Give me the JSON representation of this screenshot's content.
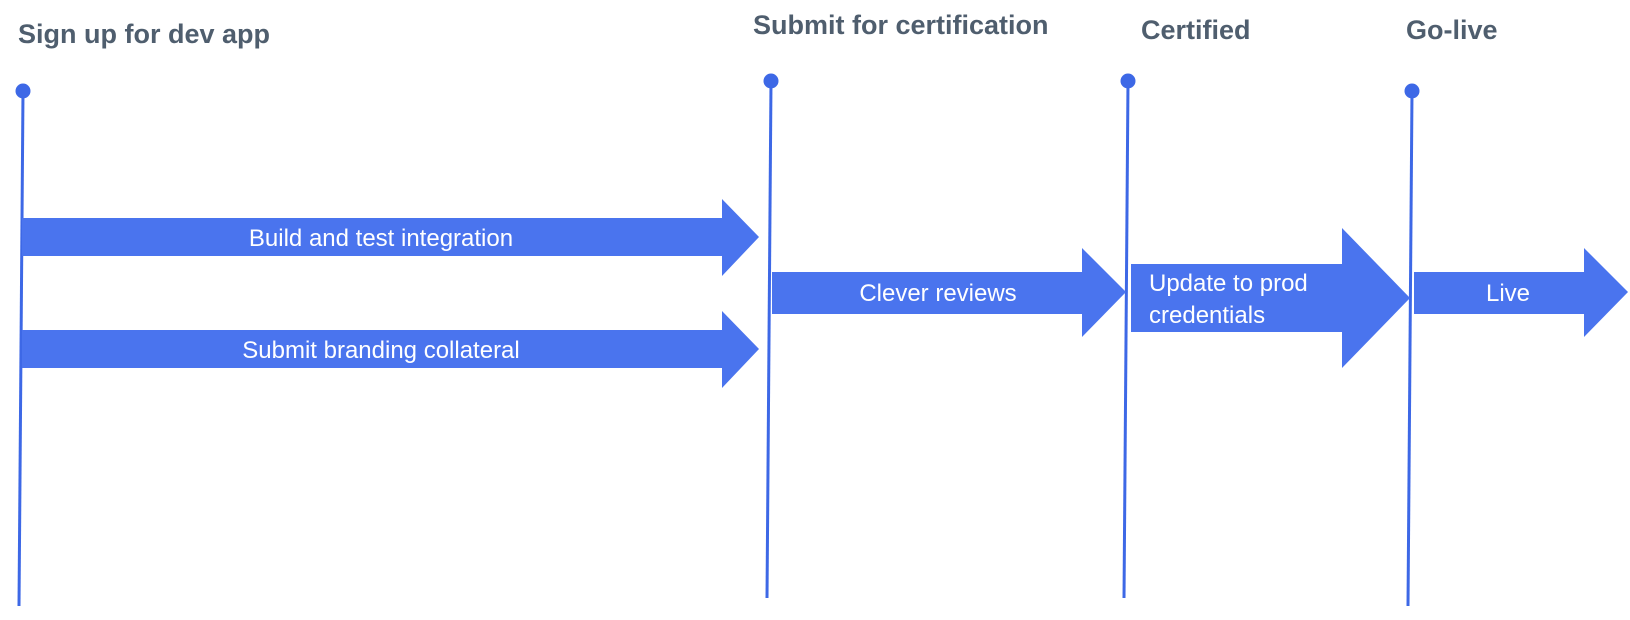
{
  "colors": {
    "accent": "#4A74EE",
    "line": "#3D68E6",
    "heading": "#4F5E6E",
    "arrow_text": "#FFFFFF"
  },
  "milestones": [
    {
      "id": "sign-up",
      "label": "Sign up for dev app"
    },
    {
      "id": "submit-cert",
      "label": "Submit for certification"
    },
    {
      "id": "certified",
      "label": "Certified"
    },
    {
      "id": "go-live",
      "label": "Go-live"
    }
  ],
  "steps": [
    {
      "id": "build-test",
      "lines": [
        "Build and test integration"
      ]
    },
    {
      "id": "branding",
      "lines": [
        "Submit branding collateral"
      ]
    },
    {
      "id": "clever-reviews",
      "lines": [
        "Clever reviews"
      ]
    },
    {
      "id": "update-prod",
      "lines": [
        "Update to prod",
        "credentials"
      ]
    },
    {
      "id": "live",
      "lines": [
        "Live"
      ]
    }
  ]
}
